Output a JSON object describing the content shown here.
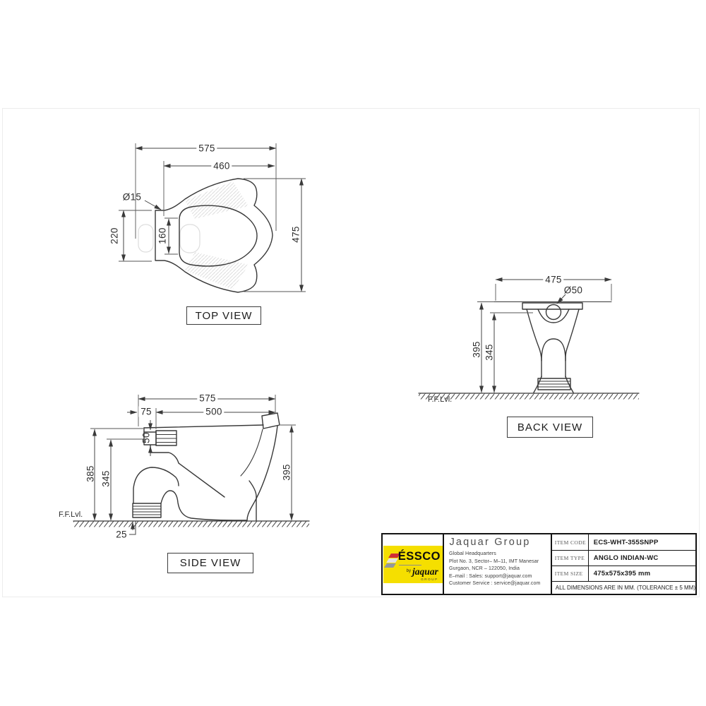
{
  "top_view": {
    "title": "TOP VIEW",
    "dim_overall_width": "575",
    "dim_seat_width": "460",
    "dim_hole": "Ø15",
    "dim_neck_depth": "220",
    "dim_neck_opening": "160",
    "dim_overall_depth": "475"
  },
  "side_view": {
    "title": "SIDE VIEW",
    "floor_label": "F.F.Lvl.",
    "dim_overall_length": "575",
    "dim_offset": "75",
    "dim_length_inner": "500",
    "dim_inlet": "50",
    "dim_height_left": "385",
    "dim_height_inner": "345",
    "dim_height_right": "395",
    "dim_outlet_gap": "25"
  },
  "back_view": {
    "title": "BACK VIEW",
    "floor_label": "F.F.Lvl.",
    "dim_overall_width": "475",
    "dim_hole": "Ø50",
    "dim_height_outer": "395",
    "dim_height_inner": "345"
  },
  "title_block": {
    "logo": {
      "brand": "ÉSSCO",
      "by": "by",
      "name": "jaquar",
      "group": "GROUP",
      "bg": "#F5DF00"
    },
    "company_name": "Jaquar Group",
    "address": [
      "Global Headquarters",
      "Plot No. 3, Sector– M–11, IMT Manesar",
      "Gurgaon, NCR – 122050, India",
      "E–mail : Sales: support@jaquar.com",
      "Customer Service : service@jaquar.com"
    ],
    "rows": [
      {
        "label": "ITEM CODE",
        "value": "ECS-WHT-355SNPP"
      },
      {
        "label": "ITEM TYPE",
        "value": "ANGLO INDIAN-WC"
      },
      {
        "label": "ITEM SIZE",
        "value": "475x575x395 mm"
      }
    ],
    "note": "ALL DIMENSIONS ARE IN MM. (TOLERANCE ± 5 MM)"
  }
}
